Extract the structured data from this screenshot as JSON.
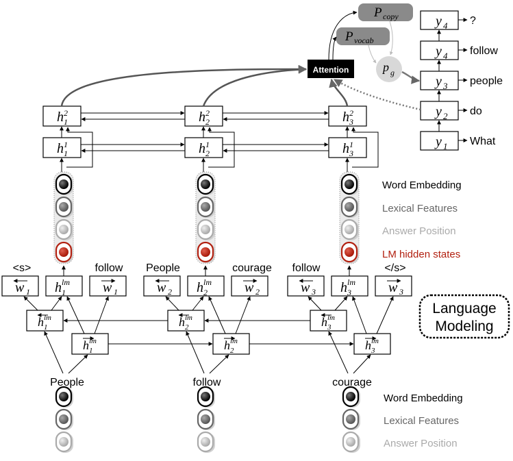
{
  "attention": {
    "label": "Attention"
  },
  "pointer": {
    "copy": "copy",
    "vocab": "vocab",
    "gate": "g"
  },
  "decoder": {
    "steps": [
      {
        "sub": "4",
        "word": "?"
      },
      {
        "sub": "4",
        "word": "follow"
      },
      {
        "sub": "3",
        "word": "people"
      },
      {
        "sub": "2",
        "word": "do"
      },
      {
        "sub": "1",
        "word": "What"
      }
    ]
  },
  "features_top": {
    "items": [
      {
        "label": "Word Embedding",
        "color": "#000000"
      },
      {
        "label": "Lexical Features",
        "color": "#666666"
      },
      {
        "label": "Answer Position",
        "color": "#aaaaaa"
      },
      {
        "label": "LM hidden states",
        "color": "#b22010"
      }
    ]
  },
  "features_bottom": {
    "items": [
      {
        "label": "Word Embedding",
        "color": "#000000"
      },
      {
        "label": "Lexical Features",
        "color": "#666666"
      },
      {
        "label": "Answer Position",
        "color": "#aaaaaa"
      }
    ]
  },
  "lm": {
    "tokens_above": [
      "<s>",
      "follow",
      "People",
      "courage",
      "follow",
      "</s>"
    ],
    "inputs": [
      "People",
      "follow",
      "courage"
    ],
    "sup": "lm",
    "subs": [
      "1",
      "2",
      "3"
    ]
  },
  "language_modeling": {
    "line1": "Language",
    "line2": "Modeling"
  },
  "encoder": {
    "layer1": "1",
    "layer2": "2"
  }
}
